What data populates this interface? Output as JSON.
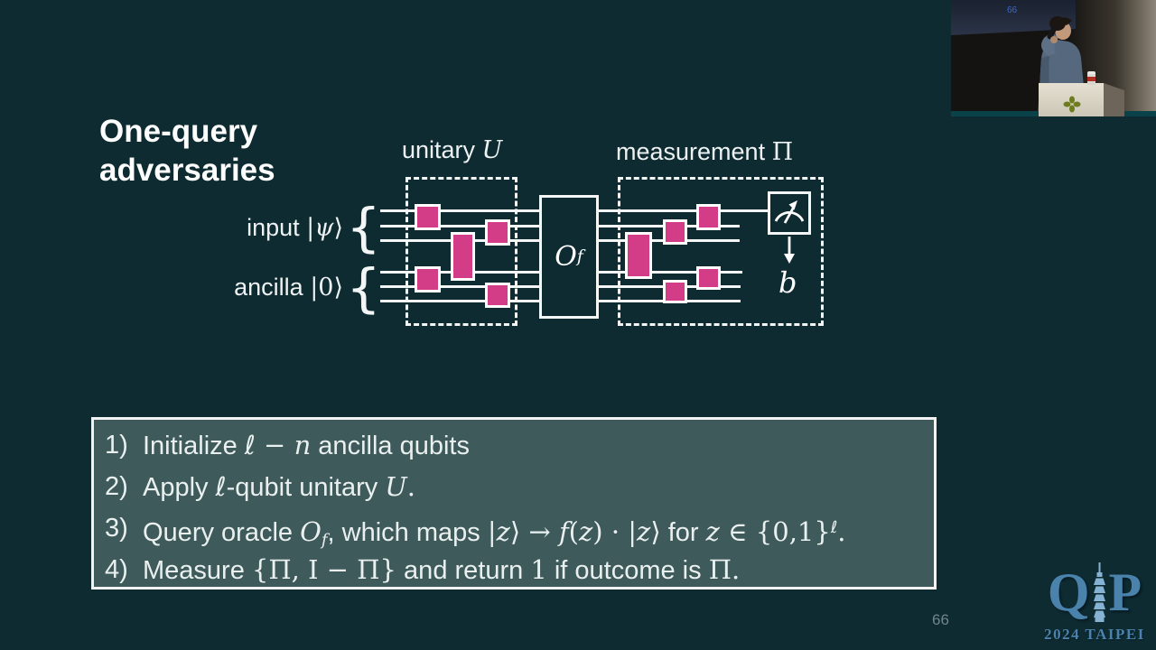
{
  "colors": {
    "background": "#0d2b31",
    "panel": "#3e5a5a",
    "gate_pink": "#d33c87",
    "line_white": "#f4f6f6",
    "logo_blue": "#4a82ab",
    "page_number_gray": "#72858b",
    "video_number_blue": "#3b66cc"
  },
  "slide": {
    "title_line1": "One-query",
    "title_line2": "adversaries",
    "page_number": "66"
  },
  "circuit": {
    "unitary_label": [
      {
        "t": "unitary  ",
        "s": "p"
      },
      {
        "t": "U",
        "s": "i"
      }
    ],
    "measurement_label": [
      {
        "t": "measurement ",
        "s": "p"
      },
      {
        "t": "Π",
        "s": "r"
      }
    ],
    "input_label": [
      {
        "t": "input  ",
        "s": "p"
      },
      {
        "t": "|",
        "s": "r"
      },
      {
        "t": "ψ",
        "s": "i"
      },
      {
        "t": "⟩",
        "s": "r"
      }
    ],
    "ancilla_label": [
      {
        "t": "ancilla  ",
        "s": "p"
      },
      {
        "t": "|0⟩",
        "s": "r"
      }
    ],
    "oracle_label": [
      {
        "t": "O",
        "s": "i"
      },
      {
        "t": "f",
        "s": "sub"
      }
    ],
    "output_label": [
      {
        "t": "b",
        "s": "i"
      }
    ]
  },
  "steps": {
    "items": [
      {
        "num": "1)",
        "segments": [
          {
            "t": "Initialize ",
            "s": "p"
          },
          {
            "t": "ℓ",
            "s": "i"
          },
          {
            "t": " − ",
            "s": "r"
          },
          {
            "t": "n",
            "s": "i"
          },
          {
            "t": " ancilla qubits",
            "s": "p"
          }
        ]
      },
      {
        "num": "2)",
        "segments": [
          {
            "t": "Apply ",
            "s": "p"
          },
          {
            "t": "ℓ",
            "s": "i"
          },
          {
            "t": "-qubit unitary ",
            "s": "p"
          },
          {
            "t": "U",
            "s": "i"
          },
          {
            "t": ".",
            "s": "r"
          }
        ]
      },
      {
        "num": "3)",
        "segments": [
          {
            "t": "Query oracle ",
            "s": "p"
          },
          {
            "t": "O",
            "s": "i"
          },
          {
            "t": "f",
            "s": "sub"
          },
          {
            "t": ", which maps ",
            "s": "p"
          },
          {
            "t": "|",
            "s": "r"
          },
          {
            "t": "z",
            "s": "i"
          },
          {
            "t": "⟩ → ",
            "s": "r"
          },
          {
            "t": "f",
            "s": "i"
          },
          {
            "t": "(",
            "s": "r"
          },
          {
            "t": "z",
            "s": "i"
          },
          {
            "t": ") · |",
            "s": "r"
          },
          {
            "t": "z",
            "s": "i"
          },
          {
            "t": "⟩",
            "s": "r"
          },
          {
            "t": " for ",
            "s": "p"
          },
          {
            "t": "z",
            "s": "i"
          },
          {
            "t": " ∈ {0,1}",
            "s": "r"
          },
          {
            "t": "ℓ",
            "s": "sup"
          },
          {
            "t": ".",
            "s": "r"
          }
        ]
      },
      {
        "num": "4)",
        "segments": [
          {
            "t": "Measure ",
            "s": "p"
          },
          {
            "t": "{Π, I − Π}",
            "s": "r"
          },
          {
            "t": " and return ",
            "s": "p"
          },
          {
            "t": "1",
            "s": "r"
          },
          {
            "t": " if outcome is ",
            "s": "p"
          },
          {
            "t": "Π.",
            "s": "r"
          }
        ]
      }
    ]
  },
  "logo": {
    "q": "Q",
    "p": "P",
    "caption": "2024 TAIPEI"
  },
  "video": {
    "screen_number": "66"
  }
}
